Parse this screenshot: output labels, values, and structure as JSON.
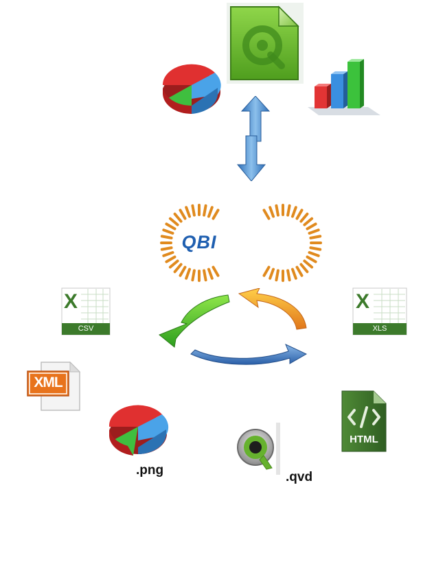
{
  "logo": {
    "text": "QBI"
  },
  "formats": {
    "csv": "CSV",
    "xls": "XLS",
    "xml": "XML",
    "html": "HTML",
    "png": ".png",
    "qvd": ".qvd"
  },
  "icons": {
    "top_doc": "qlik-document-icon",
    "top_pie": "pie-chart-icon",
    "top_bar": "bar-chart-icon",
    "sync": "bidirectional-arrow-icon",
    "cycle": "cycle-arrows-icon"
  },
  "colors": {
    "qbi_blue": "#1f5fb0",
    "ring_orange": "#e08a1e",
    "excel_green": "#3c7a2b",
    "xml_orange": "#e8731c",
    "html_green": "#3a6b28",
    "qlik_green": "#66b22e"
  }
}
